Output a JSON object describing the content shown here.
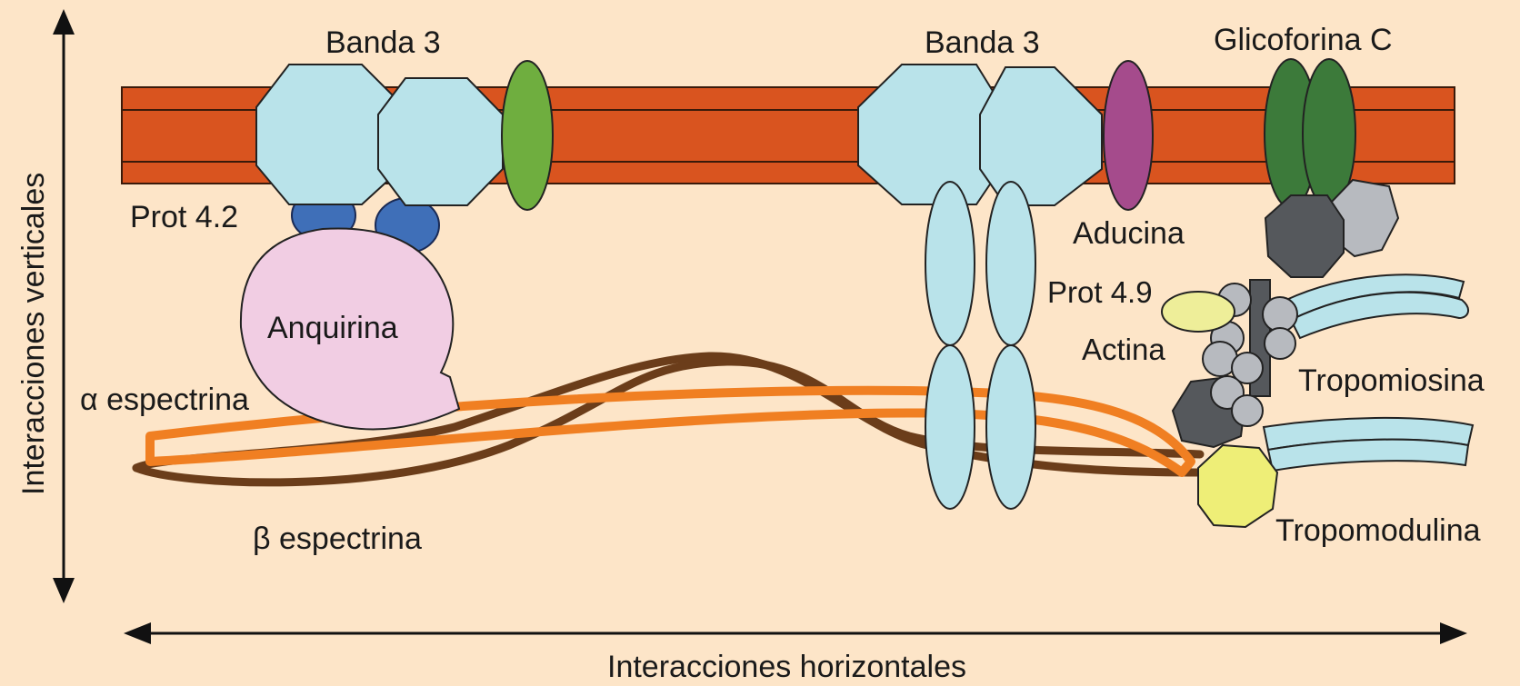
{
  "labels": {
    "banda3_left": "Banda 3",
    "banda3_right": "Banda 3",
    "glicoforina": "Glicoforina C",
    "prot42": "Prot 4.2",
    "anquirina": "Anquirina",
    "aducina": "Aducina",
    "prot49": "Prot 4.9",
    "actina": "Actina",
    "tropomiosina": "Tropomiosina",
    "tropomodulina": "Tropomodulina",
    "alpha_espectrina": "α espectrina",
    "beta_espectrina": "β espectrina",
    "axis_vertical": "Interacciones verticales",
    "axis_horizontal": "Interacciones horizontales"
  },
  "colors": {
    "background": "#fde5c8",
    "membrane": "#d9541f",
    "banda3": "#b9e3ea",
    "prot42": "#3f6fb8",
    "anquirina": "#f1cde3",
    "green_protein": "#6fae3f",
    "aducina": "#a54b8c",
    "glicoforina": "#3c7a3a",
    "dark_gray": "#55585c",
    "light_gray": "#b7babf",
    "prot49": "#eeee99",
    "tropomodulina": "#eeee77",
    "tropomiosina": "#b9e3ea",
    "alpha_espectrina": "#f07f22",
    "beta_espectrina": "#6b3d1a"
  }
}
